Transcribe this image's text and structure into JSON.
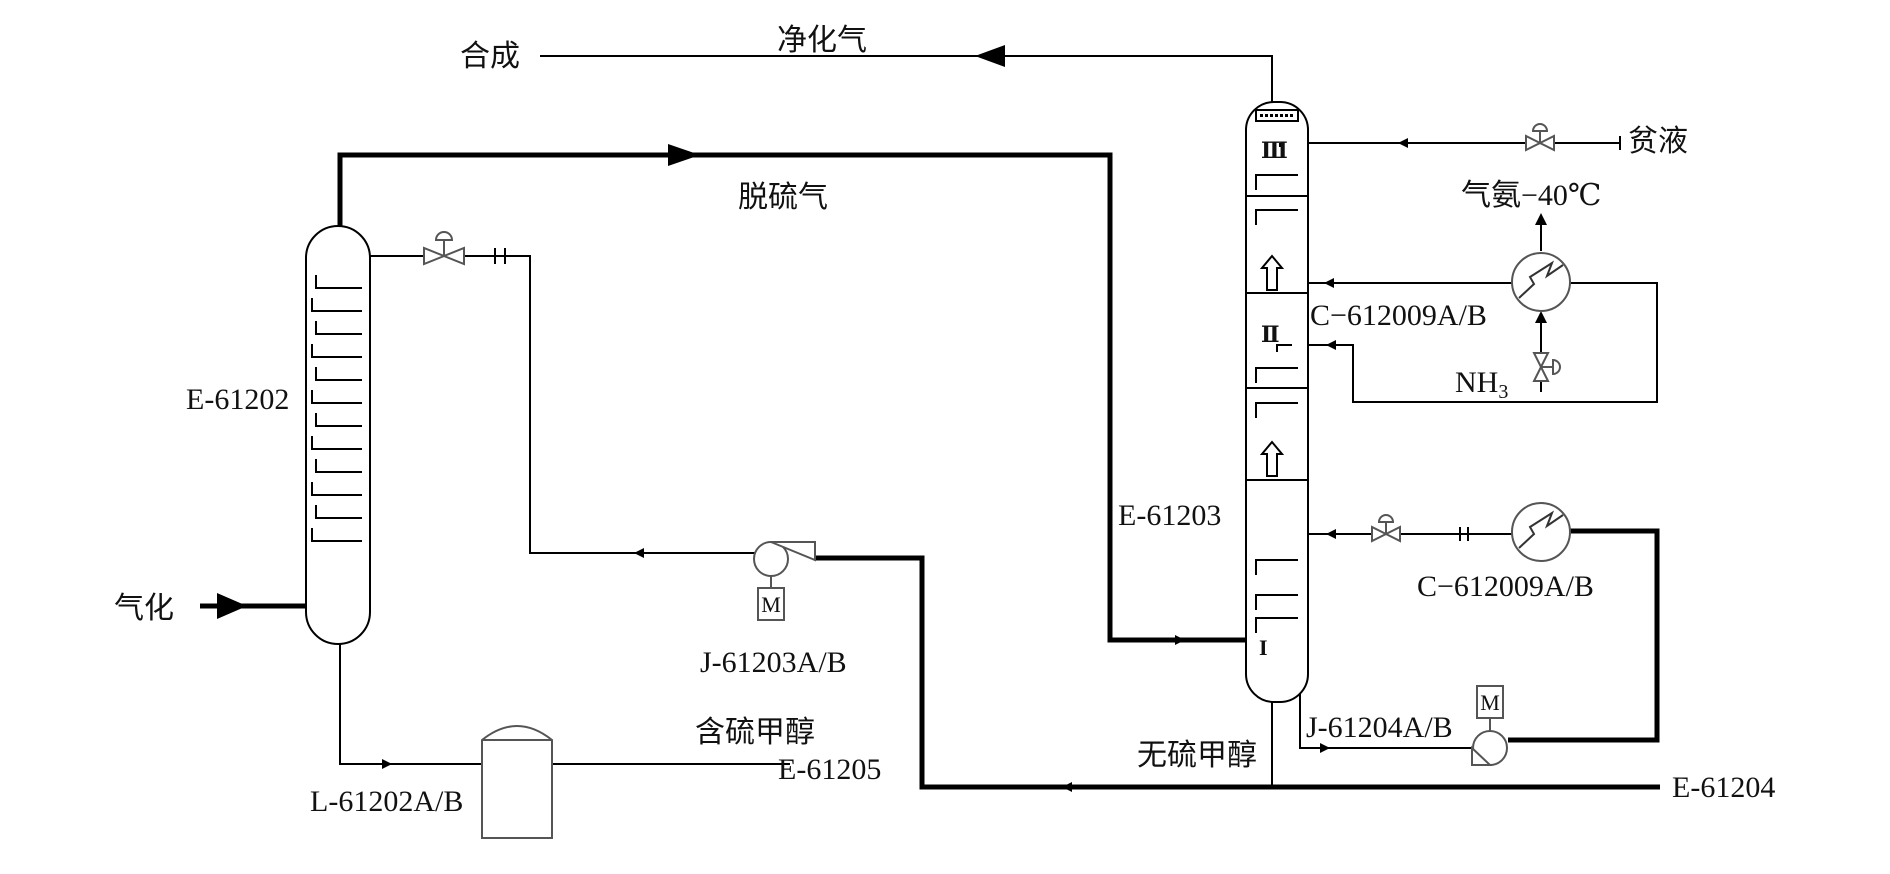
{
  "labels": {
    "hecheng": "合成",
    "jinghuaqi": "净化气",
    "tuoliuqi": "脱硫气",
    "pinye": "贫液",
    "qian": "气氨−40℃",
    "c_top": "C−612009A/B",
    "nh3": "NH",
    "nh3_sub": "3",
    "e61202": "E-61202",
    "e61203": "E-61203",
    "c_bottom": "C−612009A/B",
    "qihua": "气化",
    "j61203": "J-61203A/B",
    "hanliu": "含硫甲醇",
    "e61205": "E-61205",
    "l61202": "L-61202A/B",
    "wuliu": "无硫甲醇",
    "j61204": "J-61204A/B",
    "e61204": "E-61204",
    "motor": "M",
    "sec_III": "Ⅲ",
    "sec_II": "Ⅱ",
    "sec_I": "I"
  }
}
